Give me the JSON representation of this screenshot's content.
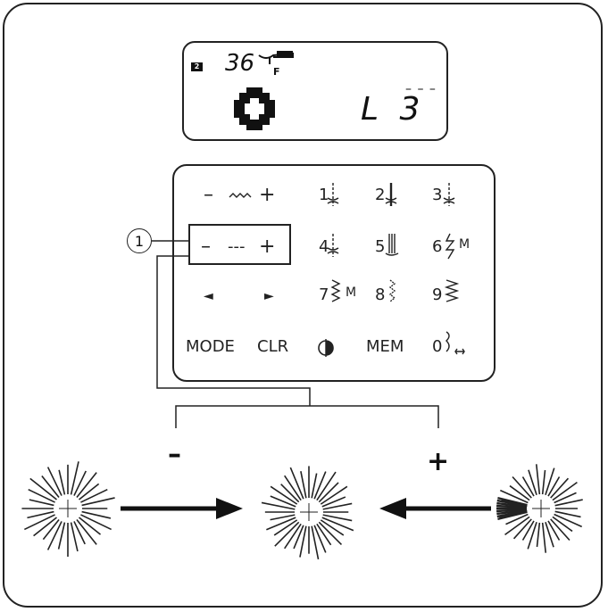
{
  "lcd": {
    "memory_label": "2",
    "stitch_number": "36",
    "foot_label": "F",
    "pattern_value": "L 3"
  },
  "panel": {
    "length_minus": "–",
    "length_plus": "+",
    "density_minus": "–",
    "density_plus": "+",
    "left_arrow": "◄",
    "right_arrow": "►",
    "mode_label": "MODE",
    "clr_label": "CLR",
    "mem_label": "MEM",
    "keys": [
      "1",
      "2",
      "3",
      "4",
      "5",
      "6",
      "7",
      "8",
      "9",
      "0"
    ],
    "key6_suffix": "M",
    "key7_suffix": "M"
  },
  "callout": {
    "number": "1"
  },
  "signs": {
    "minus": "–",
    "plus": "+"
  }
}
